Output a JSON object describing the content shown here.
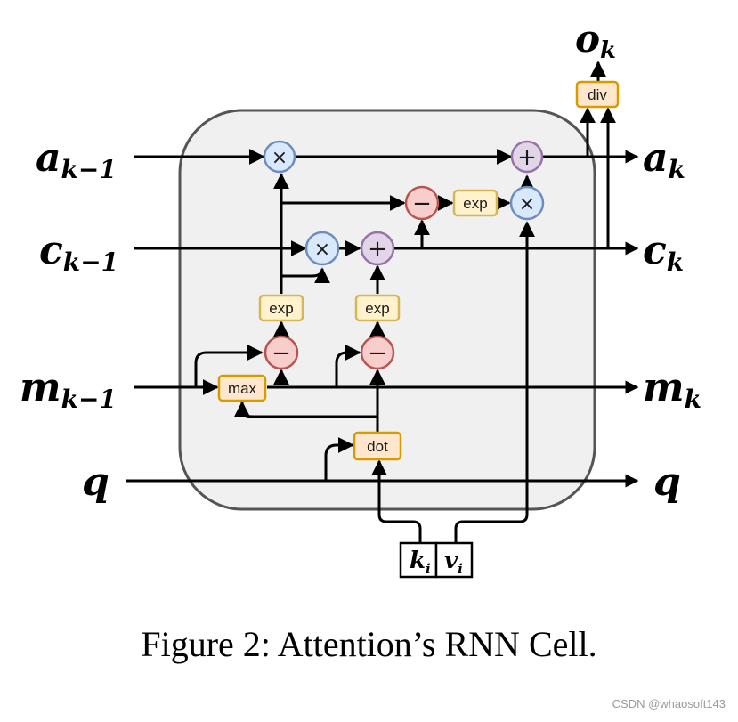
{
  "diagram": {
    "inputs": {
      "a_prev": {
        "base": "a",
        "sub": "k−1"
      },
      "c_prev": {
        "base": "c",
        "sub": "k−1"
      },
      "m_prev": {
        "base": "m",
        "sub": "k−1"
      },
      "q_in": {
        "base": "q",
        "sub": ""
      }
    },
    "outputs": {
      "a_next": {
        "base": "a",
        "sub": "k"
      },
      "c_next": {
        "base": "c",
        "sub": "k"
      },
      "m_next": {
        "base": "m",
        "sub": "k"
      },
      "q_out": {
        "base": "q",
        "sub": ""
      },
      "o_out": {
        "base": "o",
        "sub": "k"
      }
    },
    "kv": {
      "k": {
        "base": "k",
        "sub": "i"
      },
      "v": {
        "base": "v",
        "sub": "i"
      }
    },
    "ops": {
      "div": "div",
      "exp_top": "exp",
      "exp_left": "exp",
      "exp_mid": "exp",
      "max": "max",
      "dot": "dot",
      "times": "×",
      "plus": "+",
      "minus": "−"
    },
    "colors": {
      "times_fill": "#dae8fc",
      "times_stroke": "#6c8ebf",
      "plus_fill": "#e1d5e7",
      "plus_stroke": "#9673a6",
      "minus_fill": "#f8cecc",
      "minus_stroke": "#b85450",
      "exp_fill": "#fff2cc",
      "exp_stroke": "#d6b656",
      "orange_fill": "#ffe6cc",
      "orange_stroke": "#d79b00",
      "cell_stroke": "#555555"
    }
  },
  "caption": "Figure 2: Attention’s RNN Cell.",
  "watermark": "CSDN @whaosoft143"
}
